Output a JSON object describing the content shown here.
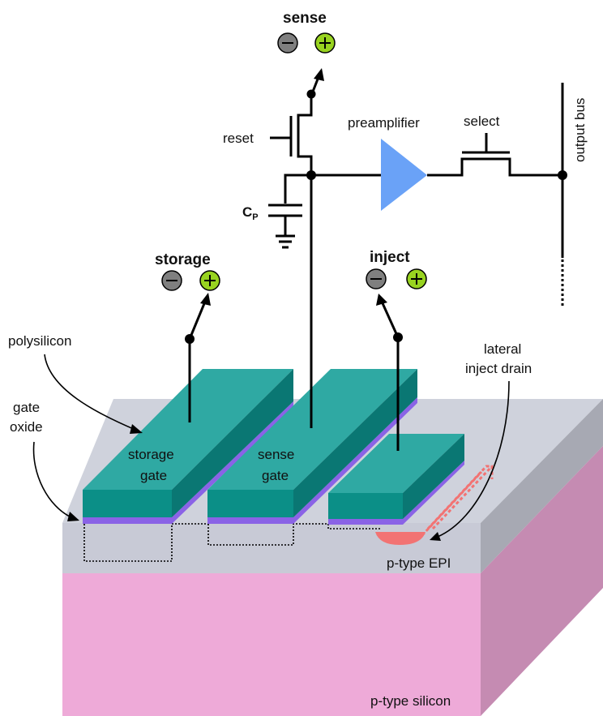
{
  "labels": {
    "sense": "sense",
    "storage": "storage",
    "inject": "inject",
    "reset": "reset",
    "cp_main": "C",
    "cp_sub": "P",
    "preamplifier": "preamplifier",
    "select": "select",
    "output_bus": "output bus",
    "polysilicon": "polysilicon",
    "gate_oxide_line1": "gate",
    "gate_oxide_line2": "oxide",
    "storage_gate_line1": "storage",
    "storage_gate_line2": "gate",
    "sense_gate_line1": "sense",
    "sense_gate_line2": "gate",
    "lateral_drain_line1": "lateral",
    "lateral_drain_line2": "inject drain",
    "p_type_epi": "p-type EPI",
    "p_type_silicon": "p-type silicon"
  },
  "colors": {
    "gate_top": "#2fa9a3",
    "gate_front": "#0b8f87",
    "gate_side": "#0a7773",
    "oxide": "#8a63e6",
    "epi_top": "#cfd2dc",
    "epi_front": "#c8cad6",
    "epi_side": "#a7a9b3",
    "silicon_front": "#eeaad8",
    "silicon_side": "#c58bb2",
    "amplifier": "#6aa2f7",
    "minus_button": "#7f7f7f",
    "plus_button": "#98d320",
    "drain": "#f27373"
  },
  "terminal_icons": [
    "minus-icon",
    "plus-icon"
  ]
}
